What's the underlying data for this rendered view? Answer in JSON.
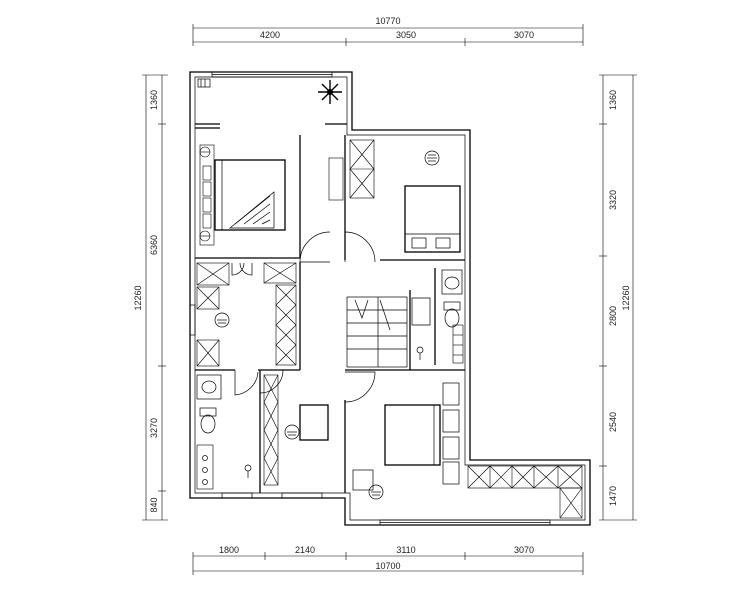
{
  "dimensions": {
    "top_total": "10770",
    "top_segments": [
      "4200",
      "3050",
      "3070"
    ],
    "bottom_segments": [
      "1800",
      "2140",
      "3110",
      "3070"
    ],
    "bottom_total": "10700",
    "left_segments": [
      "1360",
      "6360",
      "3270",
      "840"
    ],
    "left_total": "12260",
    "right_segments": [
      "1360",
      "3320",
      "2800",
      "2540",
      "1470"
    ],
    "right_total": "12260"
  }
}
